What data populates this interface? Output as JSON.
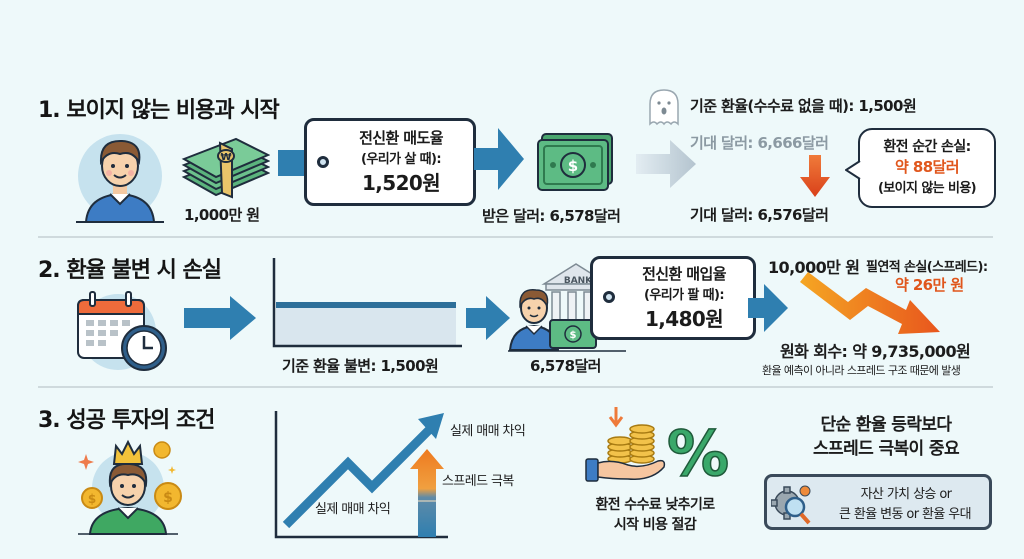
{
  "colors": {
    "background": "#eef9fa",
    "blue_arrow": "#2f7fb0",
    "orange_accent": "#e0561c",
    "green_money": "#3aa86a",
    "separator": "#cfdadd",
    "text": "#1b1b1b",
    "grey_text": "#8c9aa3"
  },
  "section1": {
    "title": "1. 보이지 않는 비용과 시작",
    "person_icon": "person-avatar-icon",
    "won_stack_icon": "won-bill-stack-icon",
    "won_amount": "1,000만 원",
    "sell_rate_tag": {
      "line1": "전신환 매도율",
      "line2": "(우리가 살 때):",
      "value": "1,520원"
    },
    "dollar_icon": "dollar-bill-icon",
    "received_dollars": "받은 달러: 6,578달러",
    "ghost_icon": "ghost-icon",
    "base_rate": "기준 환율(수수료 없을 때): 1,500원",
    "expected_dollars_faded": "기대 달러: 6,666달러",
    "expected_dollars": "기대 달러: 6,576달러",
    "loss_bubble": {
      "line1": "환전 순간 손실:",
      "value": "약 88달러",
      "line3": "(보이지 않는 비용)"
    }
  },
  "section2": {
    "title": "2. 환율 불변 시 손실",
    "calendar_icon": "calendar-clock-icon",
    "flat_rate_label": "기준 환율 불변: 1,500원",
    "bank_icon": "bank-icon",
    "bank_sign": "BANK",
    "dollar_amount": "6,578달러",
    "buy_rate_tag": {
      "line1": "전신환 매입율",
      "line2": "(우리가 팔 때):",
      "value": "1,480원"
    },
    "start_won": "10,000만 원",
    "spread_loss_label": "필연적 손실(스프레드):",
    "spread_loss_value": "약 26만 원",
    "recovered_won": "원화 회수: 약 9,735,000원",
    "note": "환율 예측이 아니라 스프레드 구조 때문에 발생"
  },
  "section3": {
    "title": "3. 성공 투자의 조건",
    "king_icon": "crowned-investor-icon",
    "chart_label_top": "실제 매매 차익",
    "chart_label_spread": "스프레드 극복",
    "chart_label_bottom": "실제 매매 차익",
    "fee_icon": "hand-coins-percent-icon",
    "fee_text_line1": "환전 수수료 낮추기로",
    "fee_text_line2": "시작 비용 절감",
    "conclusion_line1": "단순 환율 등락보다",
    "conclusion_line2": "스프레드 극복이 중요",
    "conditions_line1": "자산 가치 상승 or",
    "conditions_line2": "큰 환율 변동 or 환율 우대",
    "gear_icon": "gear-magnifier-icon"
  }
}
